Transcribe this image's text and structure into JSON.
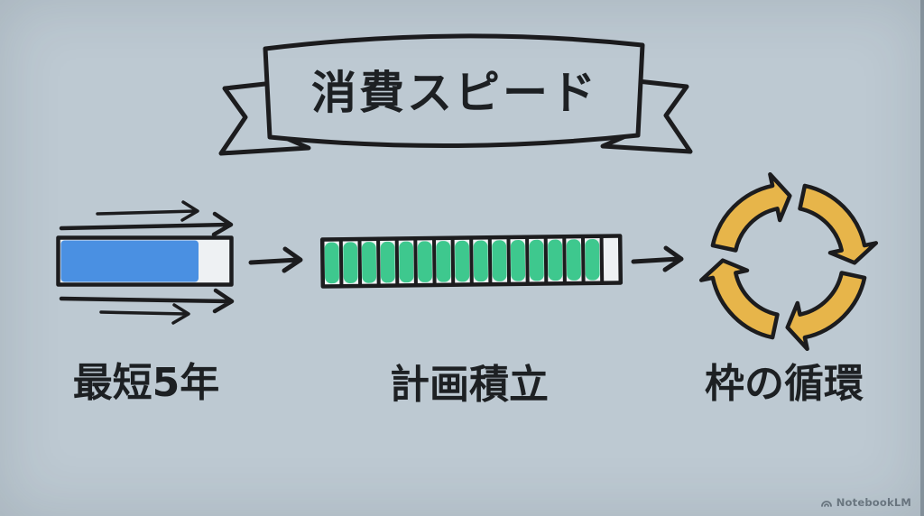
{
  "background_color": "#bdc9d2",
  "ink_color": "#1c1c1e",
  "banner": {
    "title": "消費スピード",
    "shape": "hand-drawn ribbon banner"
  },
  "flow": {
    "step1": {
      "label": "最短5年",
      "type": "progress-bar",
      "fill_percent": 82,
      "fill_color": "#4a90e2",
      "arrows_above": 2,
      "arrows_below": 2
    },
    "step2": {
      "label": "計画積立",
      "type": "segmented-bar",
      "segments_total": 16,
      "segments_filled": 15,
      "fill_color": "#3ec88e"
    },
    "step3": {
      "label": "枠の循環",
      "type": "cycle",
      "arrow_count": 4,
      "fill_color": "#e7b54a"
    }
  },
  "icons": {
    "flow_connector": "right-arrow-icon",
    "speed_lines": "right-arrow-icon",
    "cycle": "cycle-arrows-icon",
    "watermark_logo": "notebooklm-logo-icon"
  },
  "watermark": {
    "text": "NotebookLM",
    "color": "#6e7a84"
  }
}
